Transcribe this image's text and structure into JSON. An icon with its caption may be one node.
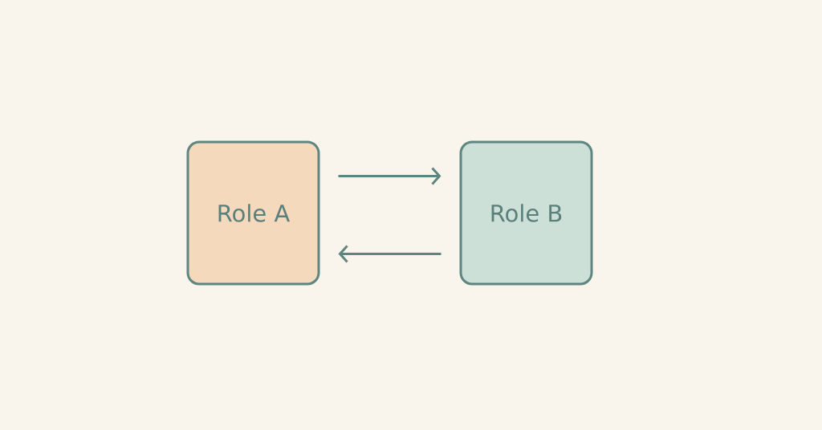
{
  "diagram": {
    "nodes": [
      {
        "text": [
          "Role A"
        ]
      },
      {
        "text": [
          "Role B"
        ]
      }
    ],
    "edges": [
      {
        "from": 0,
        "to": 1,
        "arrow": "to"
      },
      {
        "from": 1,
        "to": 0,
        "arrow": "to"
      }
    ]
  }
}
